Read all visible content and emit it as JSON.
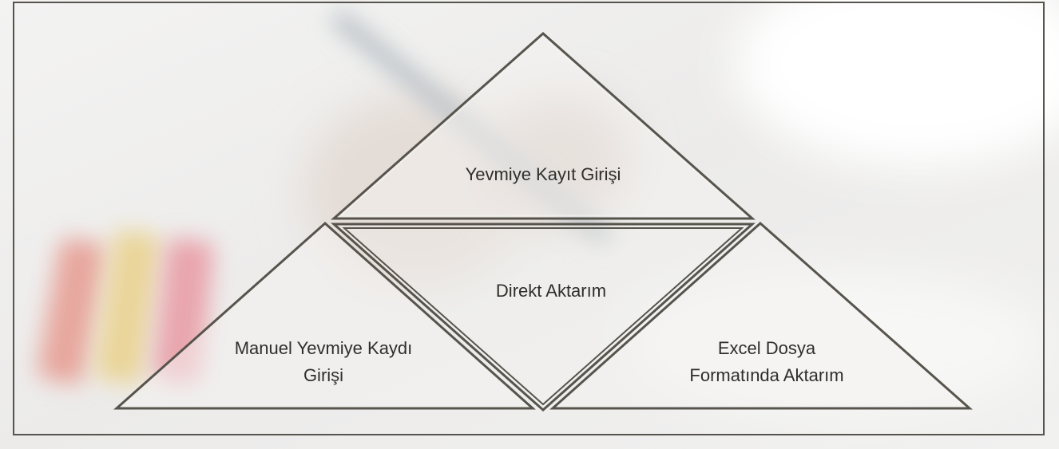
{
  "diagram": {
    "stroke_color": "#56544c",
    "fill_color": "#f4f3f1",
    "top_triangle": {
      "label": "Yevmiye Kayıt Girişi"
    },
    "middle_triangle": {
      "label": "Direkt Aktarım"
    },
    "left_triangle": {
      "label_line1": "Manuel Yevmiye Kaydı",
      "label_line2": "Girişi"
    },
    "right_triangle": {
      "label_line1": "Excel Dosya",
      "label_line2": "Formatında Aktarım"
    }
  }
}
